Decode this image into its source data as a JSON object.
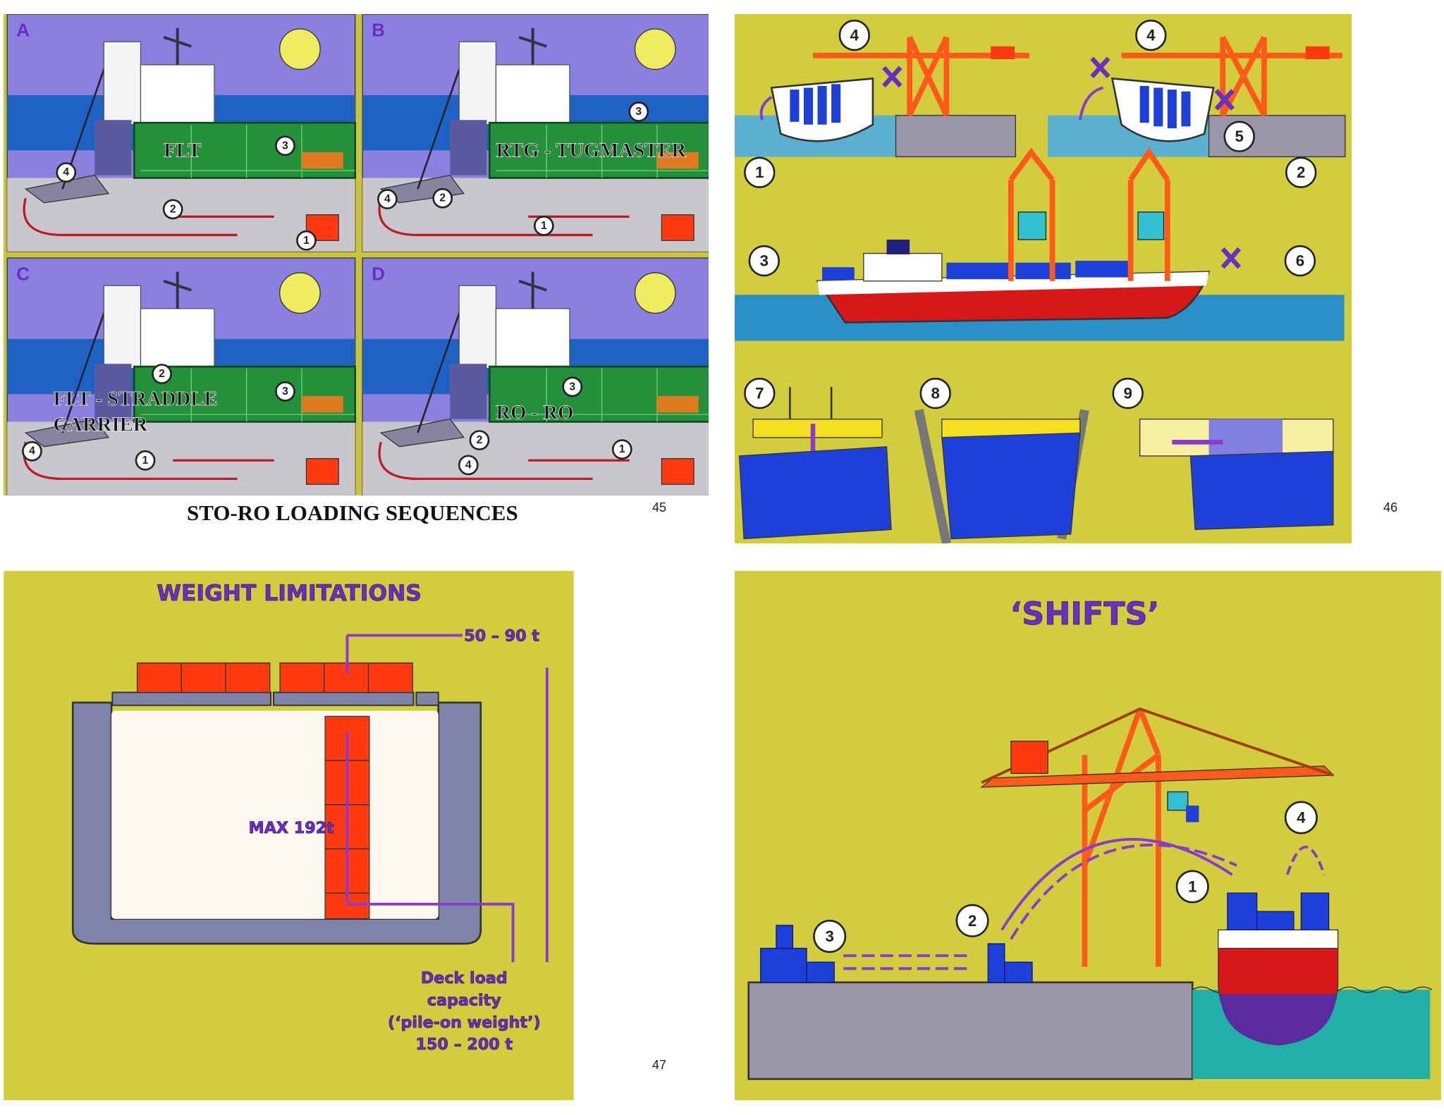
{
  "page_numbers": [
    "45",
    "46",
    "47"
  ],
  "slide45": {
    "caption": "STO-RO LOADING SEQUENCES",
    "panels": [
      {
        "letter": "A",
        "label": "FLT",
        "label2": "",
        "numbers": [
          "1",
          "2",
          "3",
          "4"
        ]
      },
      {
        "letter": "B",
        "label": "RTG - TUGMASTER",
        "label2": "",
        "numbers": [
          "1",
          "2",
          "3",
          "4"
        ]
      },
      {
        "letter": "C",
        "label": "FLT - STRADDLE",
        "label2": "CARRIER",
        "numbers": [
          "1",
          "2",
          "3",
          "4"
        ]
      },
      {
        "letter": "D",
        "label": "RO - RO",
        "label2": "",
        "numbers": [
          "1",
          "2",
          "3",
          "4"
        ]
      }
    ]
  },
  "slide46": {
    "numbers": [
      "1",
      "2",
      "3",
      "4",
      "4",
      "5",
      "6",
      "7",
      "8",
      "9"
    ]
  },
  "slide47": {
    "title": "WEIGHT LIMITATIONS",
    "top_load": "50 – 90 t",
    "stack_max": "MAX   192t",
    "deck_lines": [
      "Deck load",
      "capacity",
      "(‘pile-on weight’)",
      "150 – 200 t"
    ]
  },
  "slide48": {
    "title": "‘SHIFTS’",
    "numbers": [
      "1",
      "2",
      "3",
      "4"
    ]
  },
  "colors": {
    "slide_bg": "#d2cd3c",
    "sky": "#8a80e0",
    "sea": "#1e62c4",
    "hold_green": "#25903a",
    "container_red": "#ff3a10",
    "crane_orange": "#ff5a1a",
    "label_purple": "#6a2ec0",
    "hull_grey": "#7e84a8"
  }
}
